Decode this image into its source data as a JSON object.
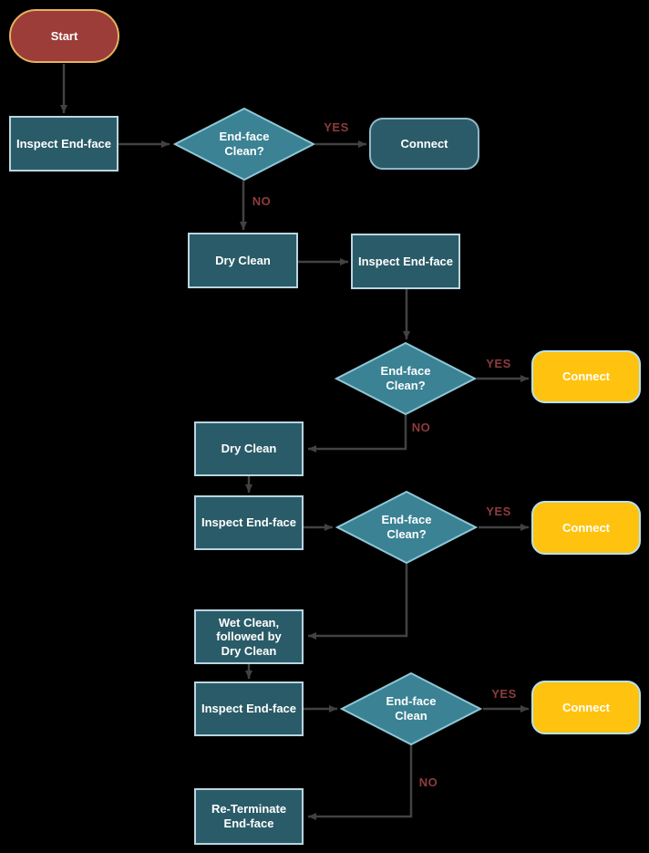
{
  "colors": {
    "bg": "#000000",
    "start_fill": "#9c3d39",
    "start_border": "#e5b25b",
    "process_fill": "#2a5b68",
    "process_border": "#b9d5df",
    "decision_fill": "#3a8294",
    "decision_border": "#8fc7d6",
    "terminal_dark_fill": "#2b5b68",
    "terminal_dark_border": "#8fb9c9",
    "yellow_fill": "#ffc20e",
    "yellow_border": "#b5e3f2",
    "arrow": "#424242",
    "edge_label": "#8e3b3e",
    "node_text": "#ffffff"
  },
  "nodes": {
    "start": {
      "label": "Start"
    },
    "inspect1": {
      "label": "Inspect End-face"
    },
    "decision1": {
      "label": "End-face\nClean?"
    },
    "connect1": {
      "label": "Connect"
    },
    "dry1": {
      "label": "Dry Clean"
    },
    "inspect2": {
      "label": "Inspect End-face"
    },
    "decision2": {
      "label": "End-face\nClean?"
    },
    "connect2": {
      "label": "Connect"
    },
    "dry2": {
      "label": "Dry Clean"
    },
    "inspect3": {
      "label": "Inspect End-face"
    },
    "decision3": {
      "label": "End-face\nClean?"
    },
    "connect3": {
      "label": "Connect"
    },
    "wet": {
      "label": "Wet Clean,\nfollowed by\nDry Clean"
    },
    "inspect4": {
      "label": "Inspect End-face"
    },
    "decision4": {
      "label": "End-face\nClean"
    },
    "connect4": {
      "label": "Connect"
    },
    "reterminate": {
      "label": "Re-Terminate\nEnd-face"
    }
  },
  "edge_labels": {
    "yes1": "YES",
    "no1": "NO",
    "yes2": "YES",
    "no2": "NO",
    "yes3": "YES",
    "yes4": "YES",
    "no4": "NO"
  }
}
